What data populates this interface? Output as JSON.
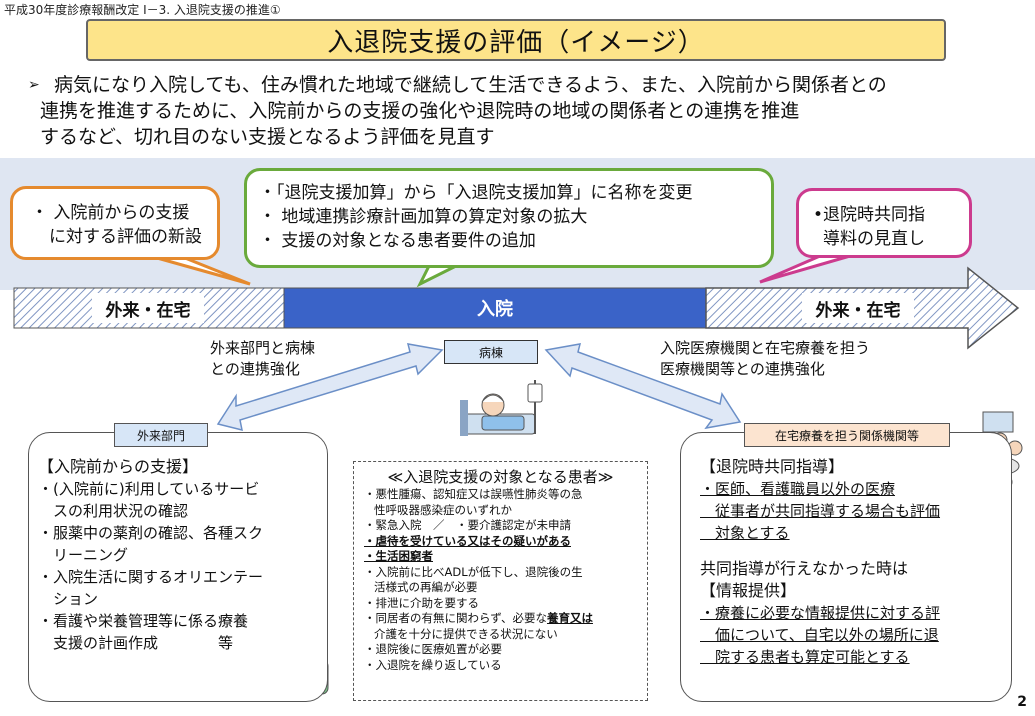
{
  "header": {
    "slide_title": "平成30年度診療報酬改定 Ⅰ－3. 入退院支援の推進①"
  },
  "title": "入退院支援の評価（イメージ）",
  "intro": {
    "bullet": "➢",
    "lines": [
      "病気になり入院しても、住み慣れた地域で継続して生活できるよう、また、入院前から関係者との",
      "連携を推進するために、入院前からの支援の強化や退院時の地域の関係者との連携を推進",
      "するなど、切れ目のない支援となるよう評価を見直す"
    ]
  },
  "bubbles": {
    "orange": [
      "・ 入院前からの支援",
      "に対する評価の新設"
    ],
    "green": [
      "・「退院支援加算」から「入退院支援加算」に名称を変更",
      "・ 地域連携診療計画加算の算定対象の拡大",
      "・ 支援の対象となる患者要件の追加"
    ],
    "pink": [
      "•退院時共同指",
      "導料の見直し"
    ]
  },
  "timeline": {
    "left": "外来・在宅",
    "center": "入院",
    "right": "外来・在宅"
  },
  "connectors": {
    "left": [
      "外来部門と病棟",
      "との連携強化"
    ],
    "right": [
      "入院医療機関と在宅療養を担う",
      "医療機関等との連携強化"
    ]
  },
  "ward": {
    "label": "病棟"
  },
  "outpatient": {
    "tag": "外来部門",
    "heading": "【入院前からの支援】",
    "items": [
      "・(入院前に)利用しているサービ",
      "　スの利用状況の確認",
      "・服薬中の薬剤の確認、各種スク",
      "　リーニング",
      "・入院生活に関するオリエンテー",
      "　ション",
      "・看護や栄養管理等に係る療養",
      "　支援の計画作成　　　　等"
    ]
  },
  "target_patients": {
    "title": "≪入退院支援の対象となる患者≫",
    "items": [
      {
        "text": "・悪性腫瘍、認知症又は誤嚥性肺炎等の急",
        "style": "",
        "indent": false
      },
      {
        "text": "性呼吸器感染症のいずれか",
        "style": "",
        "indent": true
      },
      {
        "text": "・緊急入院　／　・要介護認定が未申請",
        "style": "",
        "indent": false
      },
      {
        "text": "・虐待を受けている又はその疑いがある",
        "style": "bu",
        "indent": false
      },
      {
        "text": "・生活困窮者",
        "style": "bu",
        "indent": false
      },
      {
        "text": "・入院前に比べADLが低下し、退院後の生",
        "style": "",
        "indent": false
      },
      {
        "text": "活様式の再編が必要",
        "style": "",
        "indent": true
      },
      {
        "text": "・排泄に介助を要する",
        "style": "",
        "indent": false
      },
      {
        "text": "・同居者の有無に関わらず、必要な養育又は",
        "style": "",
        "indent": false
      },
      {
        "text": "介護を十分に提供できる状況にない",
        "style": "",
        "indent": true
      },
      {
        "text": "・退院後に医療処置が必要",
        "style": "",
        "indent": false
      },
      {
        "text": "・入退院を繰り返している",
        "style": "",
        "indent": false
      }
    ],
    "emphasis": "養育又は"
  },
  "home_care": {
    "tag": "在宅療養を担う関係機関等",
    "heading1": "【退院時共同指導】",
    "items1": [
      "・医師、看護職員以外の医療",
      "　従事者が共同指導する場合も評価",
      "　対象とする"
    ],
    "note": "共同指導が行えなかった時は",
    "heading2": "【情報提供】",
    "items2": [
      "・療養に必要な情報提供に対する評",
      "　価について、自宅以外の場所に退",
      "　院する患者も算定可能とする"
    ]
  },
  "page_number": "2",
  "colors": {
    "title_bg": "#fde48a",
    "band_bg": "#dfe6f2",
    "timeline_blue": "#3a63c8",
    "timeline_hatch": "#7f95c2",
    "orange": "#e58a2e",
    "green": "#6aaa3c",
    "pink": "#cc3b8e"
  }
}
